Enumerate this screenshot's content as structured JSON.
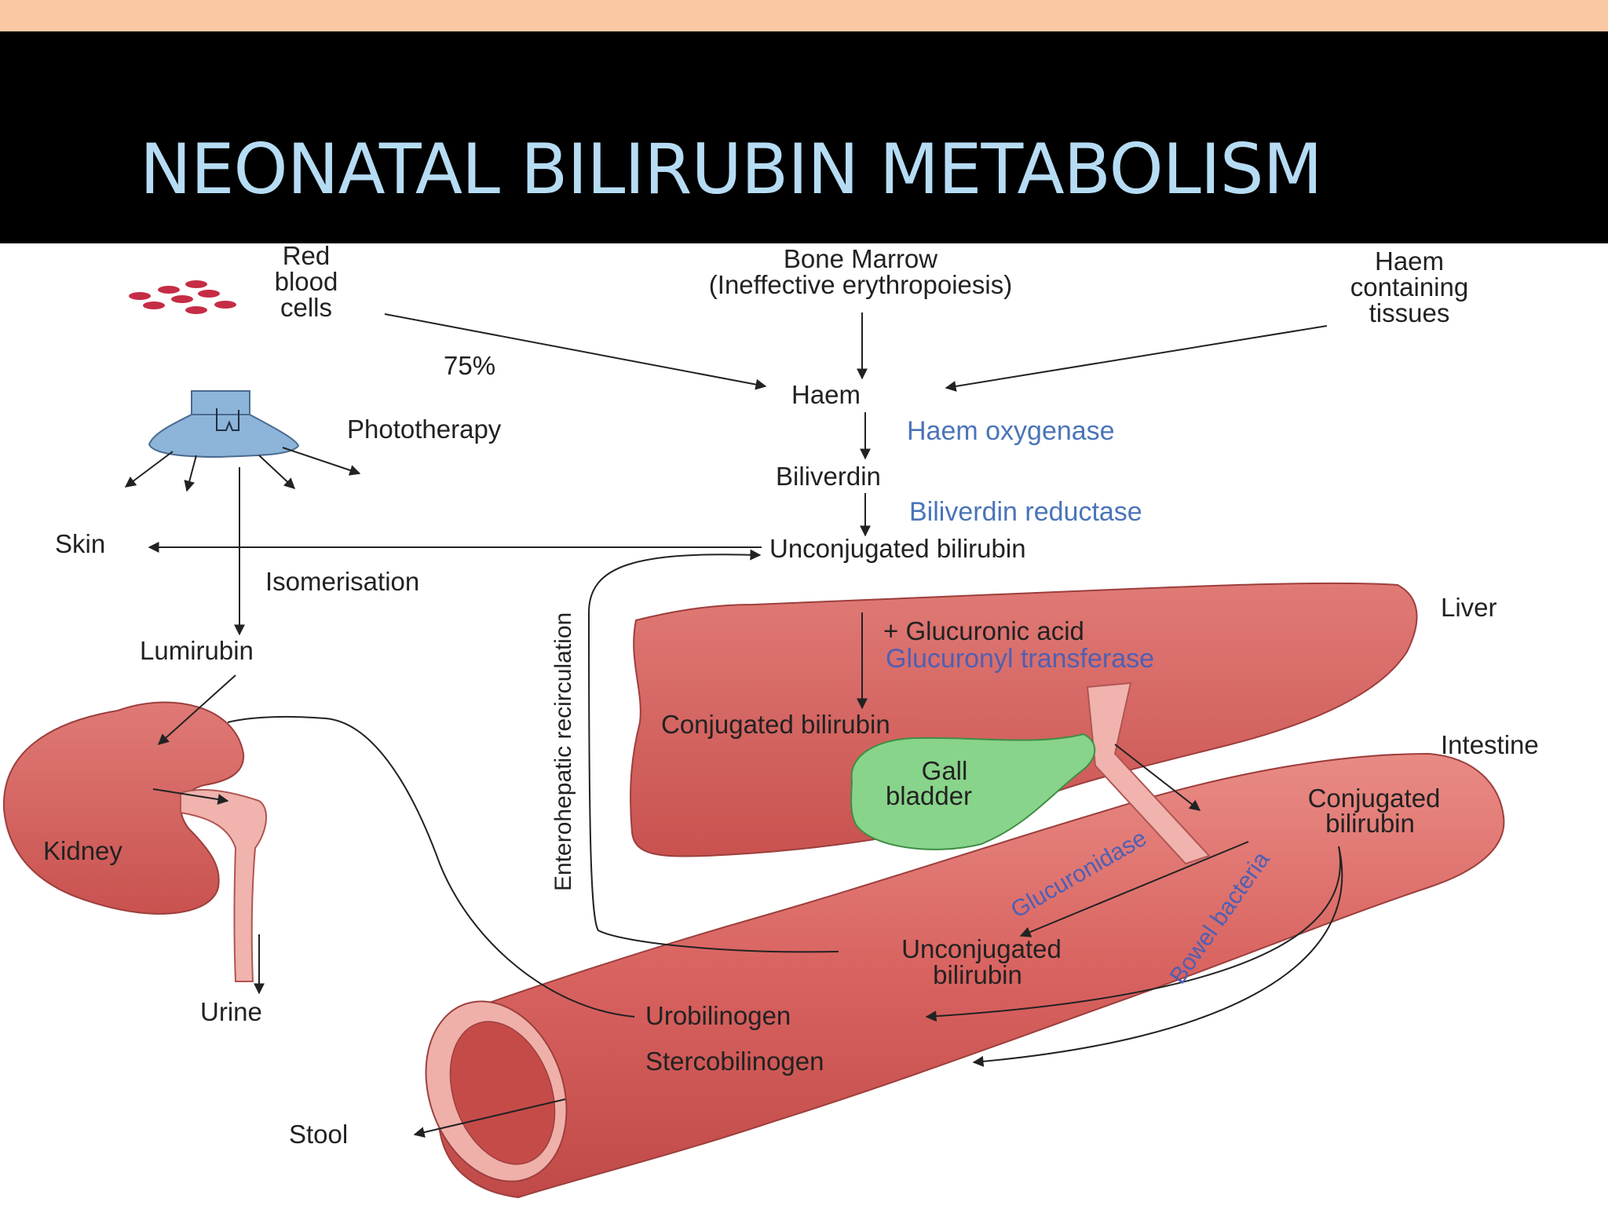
{
  "title": "NEONATAL BILIRUBIN METABOLISM",
  "colors": {
    "top_band": "#fbc8a4",
    "title_band": "#000000",
    "title_text": "#b6dcf4",
    "organ_red": "#d0605e",
    "gall_green": "#86d286",
    "lamp_blue": "#8db4d9",
    "enzyme_blue": "#4a74b8"
  },
  "labels": {
    "rbc": [
      "Red",
      "blood",
      "cells"
    ],
    "bone_marrow": "Bone Marrow",
    "ineffective": "(Ineffective erythropoiesis)",
    "haem_tissues": [
      "Haem",
      "containing",
      "tissues"
    ],
    "percent": "75%",
    "haem": "Haem",
    "haem_oxygenase": "Haem oxygenase",
    "phototherapy": "Phototherapy",
    "biliverdin": "Biliverdin",
    "biliverdin_reductase": "Biliverdin reductase",
    "skin": "Skin",
    "unconj_top": "Unconjugated bilirubin",
    "isomerisation": "Isomerisation",
    "liver": "Liver",
    "glucuronic": "+ Glucuronic acid",
    "glucuronyl": "Glucuronyl transferase",
    "lumirubin": "Lumirubin",
    "enterohepatic": "Enterohepatic recirculation",
    "conj_liver": "Conjugated bilirubin",
    "intestine": "Intestine",
    "gall": [
      "Gall",
      "bladder"
    ],
    "conj_int": [
      "Conjugated",
      "bilirubin"
    ],
    "kidney": "Kidney",
    "glucuronidase": "Glucuronidase",
    "bowel": "Bowel bacteria",
    "unconj_int": [
      "Unconjugated",
      "bilirubin"
    ],
    "urine": "Urine",
    "urobilinogen": "Urobilinogen",
    "stercobilinogen": "Stercobilinogen",
    "stool": "Stool"
  }
}
